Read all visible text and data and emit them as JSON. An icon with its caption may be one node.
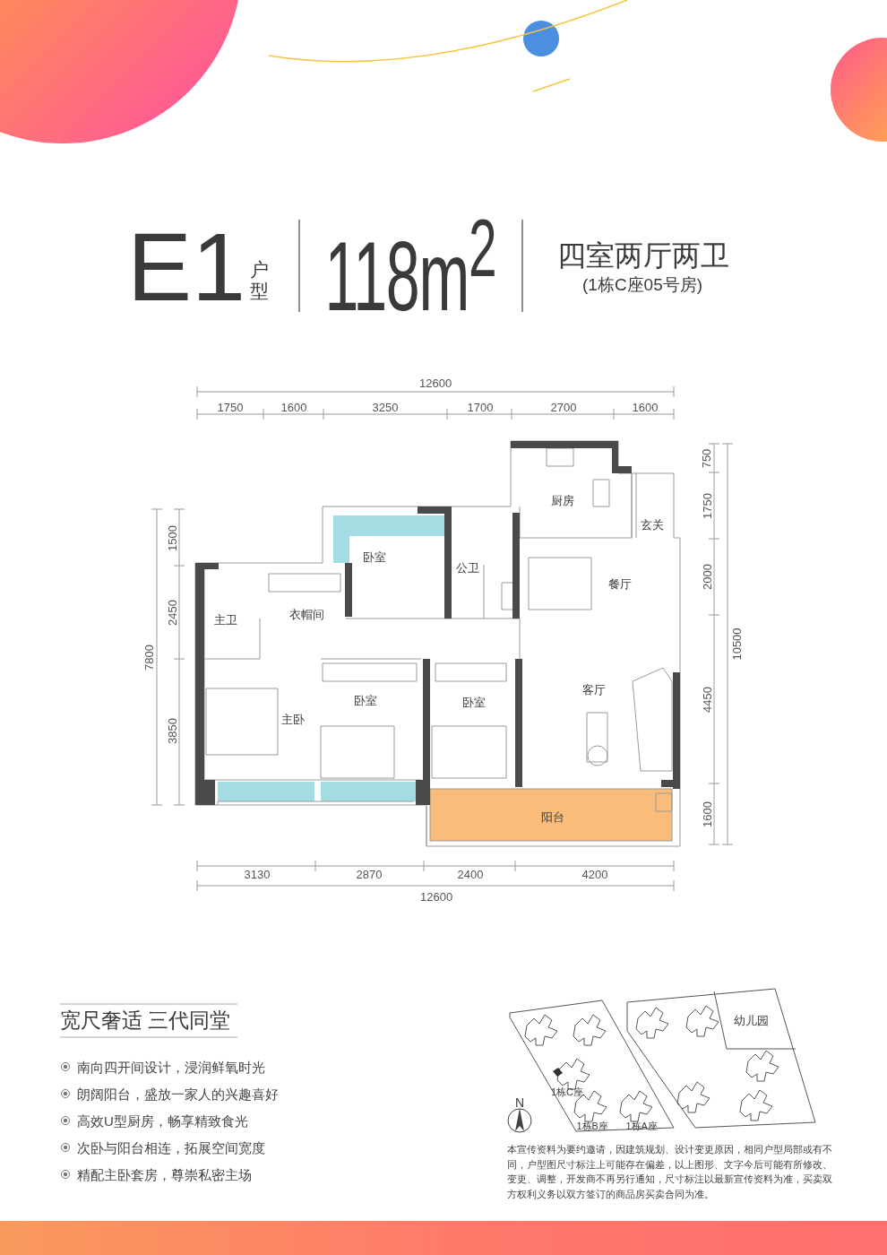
{
  "diagram": {
    "nodes": [
      {
        "text": [
          "厨房"
        ]
      },
      {
        "text": [
          "玄关"
        ]
      },
      {
        "text": [
          "卧室"
        ]
      },
      {
        "text": [
          "公卫"
        ]
      },
      {
        "text": [
          "餐厅"
        ]
      },
      {
        "text": [
          "主卫"
        ]
      },
      {
        "text": [
          "衣帽间"
        ]
      },
      {
        "text": [
          "卧室"
        ]
      },
      {
        "text": [
          "卧室"
        ]
      },
      {
        "text": [
          "客厅"
        ]
      },
      {
        "text": [
          "主卧"
        ]
      },
      {
        "text": [
          "阳台"
        ]
      },
      {
        "text": [
          "幼儿园"
        ]
      }
    ],
    "labels": [
      "E1",
      "户型",
      "118m$^{2}$",
      "四室两厅两卫",
      "(1栋C座05号房)",
      "12600",
      "1750",
      "1600",
      "3250",
      "1700",
      "2700",
      "1600",
      "1500",
      "2450",
      "7800",
      "3850",
      "750",
      "1750",
      "2000",
      "10500",
      "4450",
      "1600",
      "3130",
      "2870",
      "2400",
      "4200",
      "12600",
      "宽尺奢适 三代同堂",
      "南向四开间设计，浸润鲜氧时光",
      "朗阔阳台，盛放一家人的兴趣喜好",
      "高效U型厨房，畅享精致食光",
      "次卧与阳台相连，拓展空间宽度",
      "精配主卧套房，尊崇私密主场",
      "1栋C座",
      "N",
      "1栋B座",
      "1栋A座",
      "本宣传资料为要约邀请，因建筑规划、设计变更原因，相同户型局部或有不同，户型图尺寸标注上可能存在偏差，以上图形、文字今后可能有所修改、变更、调整，开发商不再另行通知，尺寸标注以最新宣传资料为准，买卖双方权利义务以双方签订的商品房买卖合同为准。"
    ]
  }
}
